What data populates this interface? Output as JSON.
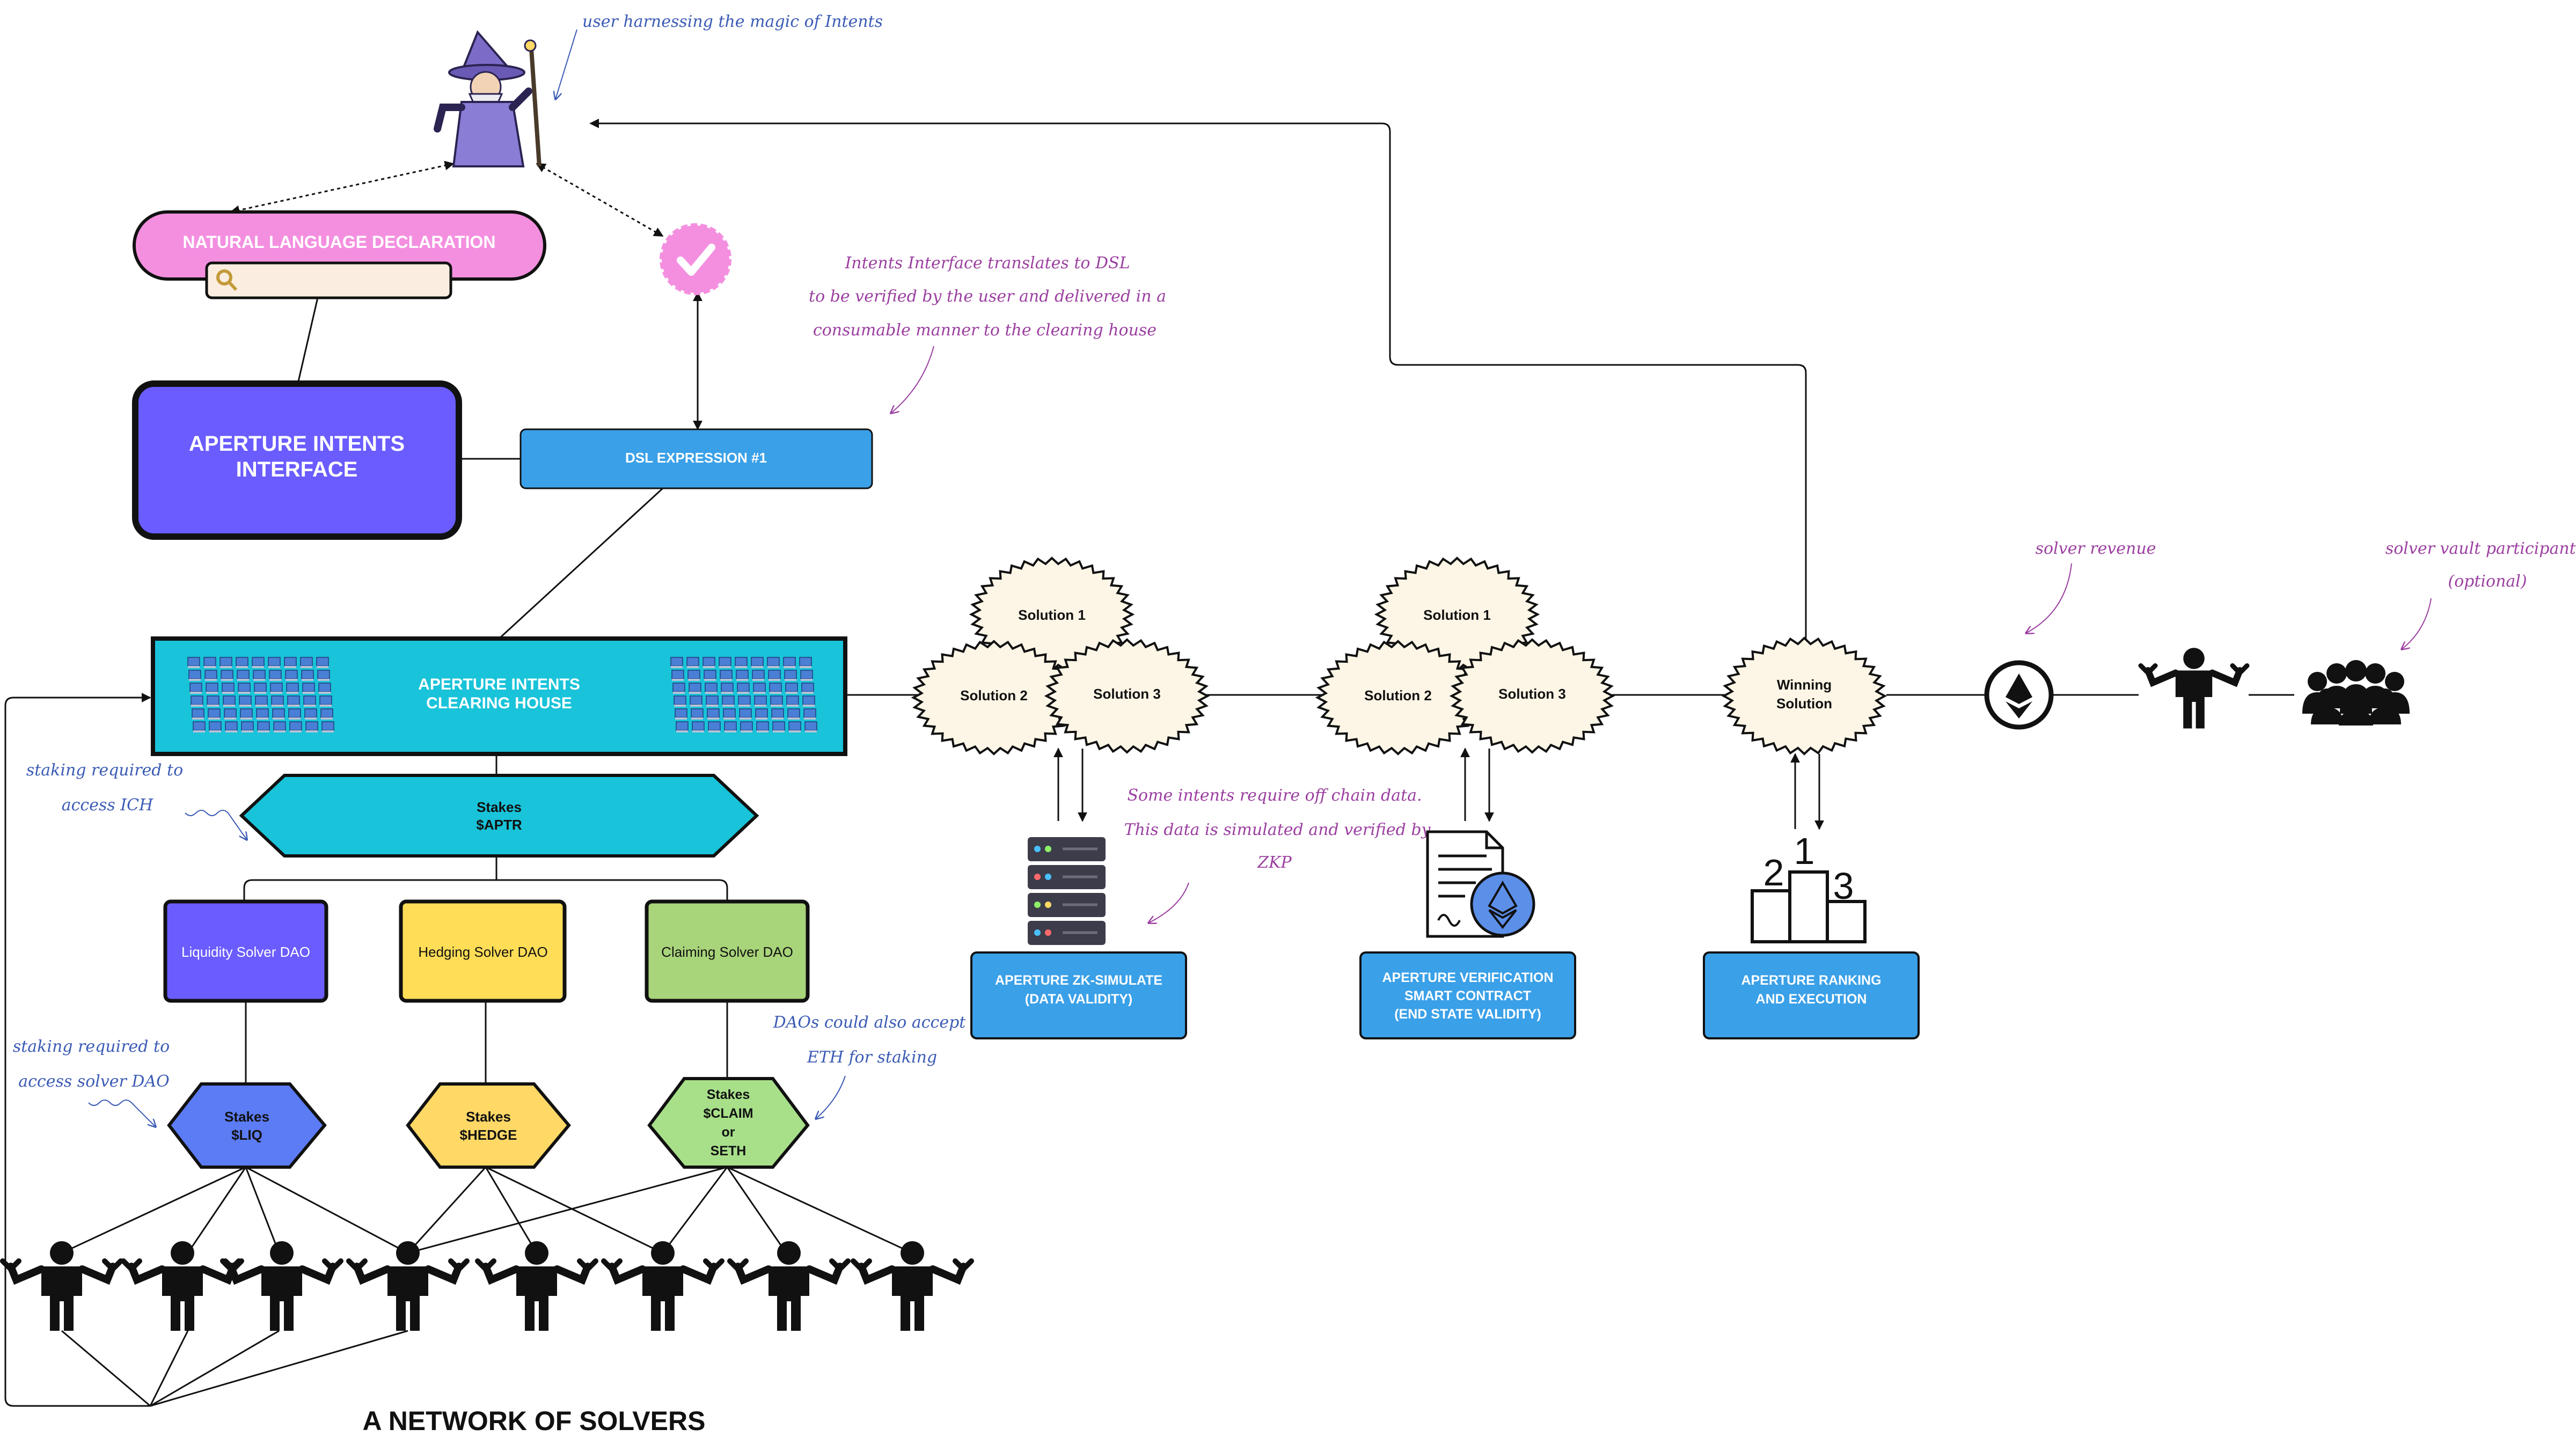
{
  "notes": {
    "wizard": "user harnessing the magic of Intents",
    "dsl_line1": "Intents Interface translates to DSL",
    "dsl_line2": "to be verified by the user and delivered in a",
    "dsl_line3": "consumable manner to the clearing house",
    "staking_ich_line1": "staking required to",
    "staking_ich_line2": "access ICH",
    "staking_dao_line1": "staking required to",
    "staking_dao_line2": "access solver DAO",
    "dao_eth_line1": "DAOs could also accept",
    "dao_eth_line2": "ETH for staking",
    "offchain_line1": "Some intents require off chain data.",
    "offchain_line2": "This data is simulated and verified by",
    "offchain_line3": "ZKP",
    "solver_revenue": "solver revenue",
    "vault_line1": "solver vault participants",
    "vault_line2": "(optional)"
  },
  "natural_language": {
    "title": "NATURAL LANGUAGE DECLARATION"
  },
  "interface": {
    "line1": "APERTURE INTENTS",
    "line2": "INTERFACE"
  },
  "dsl": {
    "label": "DSL EXPRESSION  #1"
  },
  "clearing_house": {
    "line1": "APERTURE INTENTS",
    "line2": "CLEARING HOUSE"
  },
  "stakes_aptr": {
    "line1": "Stakes",
    "line2": "$APTR"
  },
  "daos": [
    {
      "label": "Liquidity Solver DAO",
      "color": "#6a5cff"
    },
    {
      "label": "Hedging Solver DAO",
      "color": "#ffdd57"
    },
    {
      "label": "Claiming Solver DAO",
      "color": "#a8d47a"
    }
  ],
  "stakes": [
    {
      "line1": "Stakes",
      "line2": "$LIQ"
    },
    {
      "line1": "Stakes",
      "line2": "$HEDGE"
    },
    {
      "line1": "Stakes",
      "line2": "$CLAIM",
      "line3": "or",
      "line4": "SETH"
    }
  ],
  "network_title": "A NETWORK OF SOLVERS",
  "cluster1": {
    "s1": "Solution 1",
    "s2": "Solution 2",
    "s3": "Solution 3"
  },
  "cluster2": {
    "s1": "Solution 1",
    "s2": "Solution 2",
    "s3": "Solution 3"
  },
  "winning": {
    "line1": "Winning",
    "line2": "Solution"
  },
  "zk_box": {
    "line1": "APERTURE ZK-SIMULATE",
    "line2": "(DATA VALIDITY)"
  },
  "verify_box": {
    "line1": "APERTURE VERIFICATION",
    "line2": "SMART CONTRACT",
    "line3": "(END STATE VALIDITY)"
  },
  "ranking_box": {
    "line1": "APERTURE RANKING",
    "line2": "AND EXECUTION"
  },
  "podium": {
    "first": "1",
    "second": "2",
    "third": "3"
  },
  "colors": {
    "pink": "#f48fe0",
    "purple": "#6a5cff",
    "blue": "#3aa0e8",
    "cyan": "#19c3d9",
    "liq": "#5c7cf5",
    "hedge": "#ffd866",
    "claim": "#a8e08a",
    "note_blue": "#3b5bb5",
    "note_purple": "#9b3fa0"
  }
}
